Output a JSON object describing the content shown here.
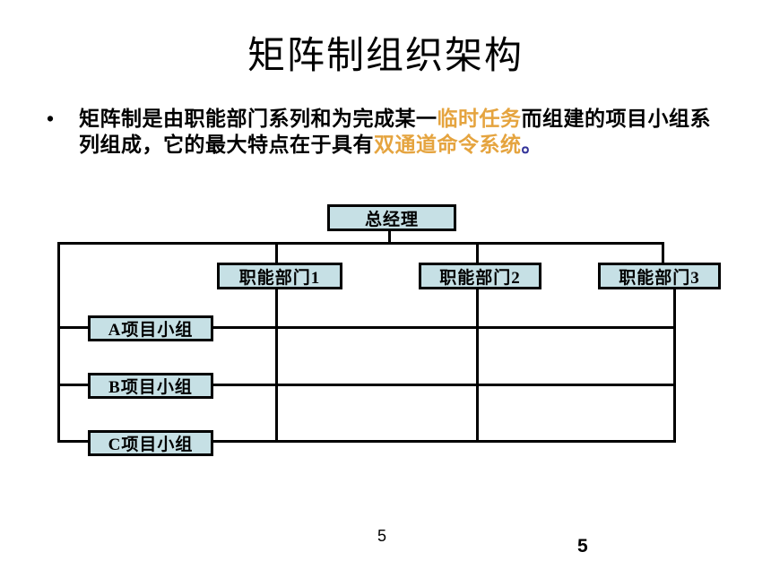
{
  "title": "矩阵制组织架构",
  "bullet": {
    "marker": "•",
    "segments": [
      {
        "text": "矩阵制是由职能部门系列和为完成某一",
        "style": "normal"
      },
      {
        "text": "临时任务",
        "style": "highlight"
      },
      {
        "text": "而组建的项目小组系列组成，它的最大特点在于具有",
        "style": "normal"
      },
      {
        "text": "双通道命令系统",
        "style": "highlight"
      },
      {
        "text": "。",
        "style": "period"
      }
    ]
  },
  "diagram": {
    "general_manager": "总经理",
    "departments": [
      "职能部门1",
      "职能部门2",
      "职能部门3"
    ],
    "teams": [
      "A项目小组",
      "B项目小组",
      "C项目小组"
    ]
  },
  "footer": {
    "page_number": "5",
    "page_number_bold": "5"
  },
  "colors": {
    "box_fill": "#C6E0E5",
    "box_border": "#000000",
    "line_color": "#000000",
    "accent_orange": "#E5A43F",
    "period_blue": "#333399",
    "text_color": "#000000",
    "background": "#FFFFFF"
  }
}
